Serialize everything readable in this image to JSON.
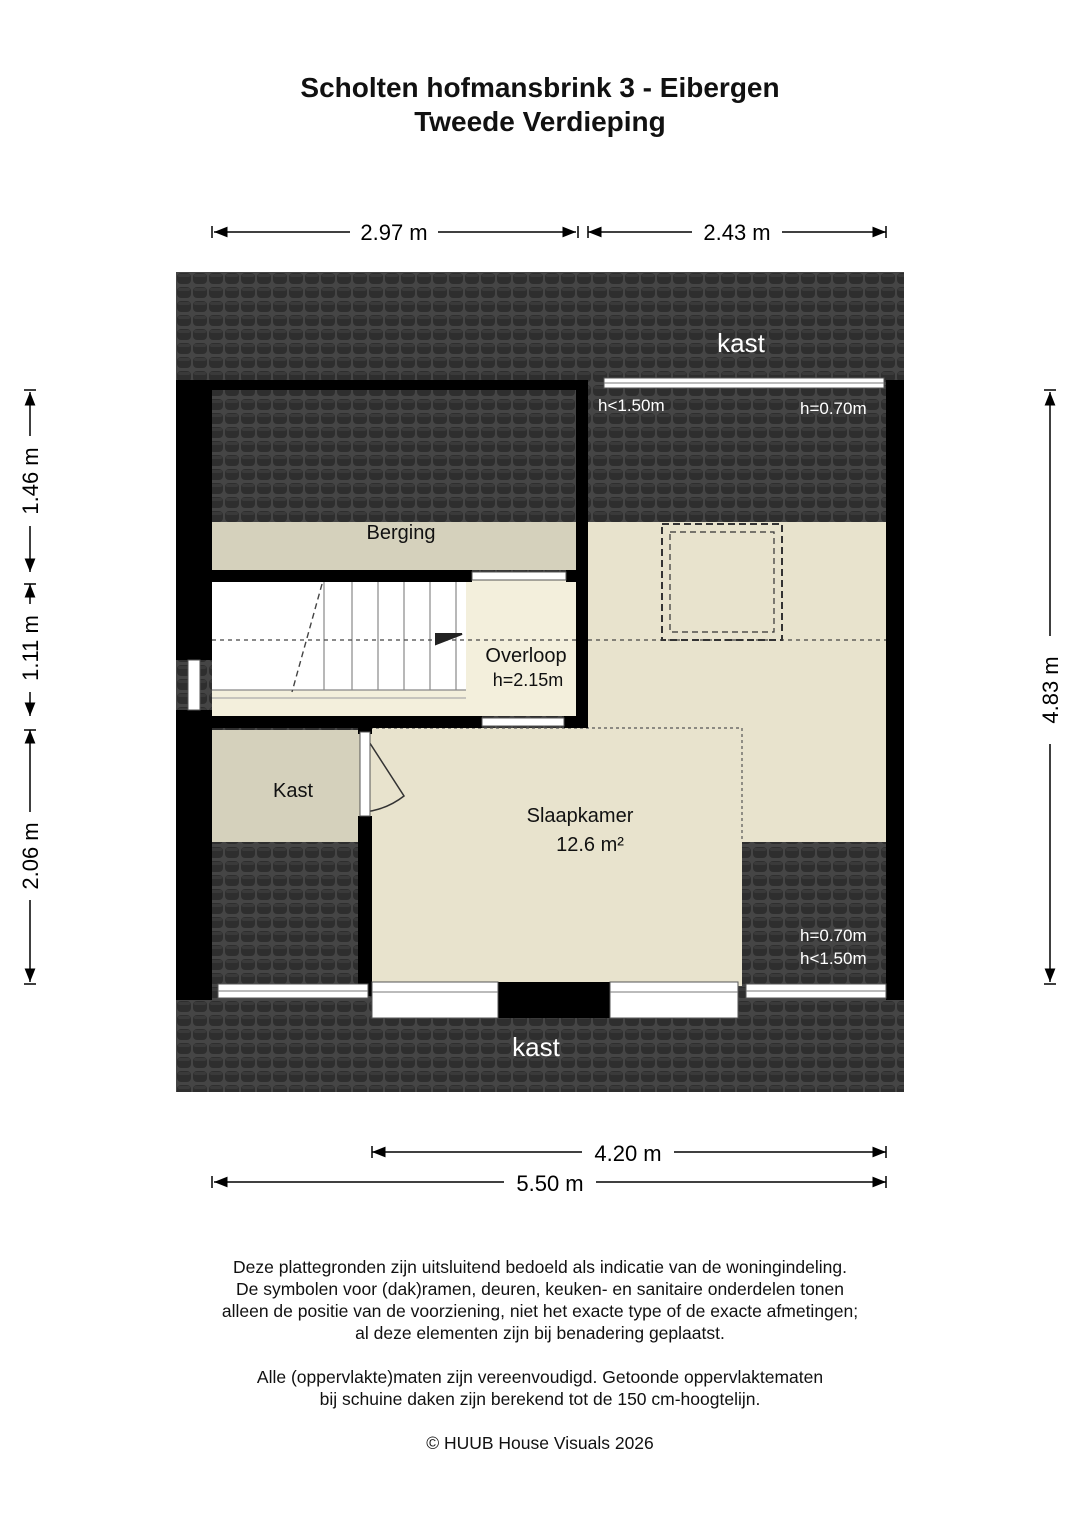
{
  "header": {
    "title": "Scholten hofmansbrink 3 - Eibergen",
    "subtitle": "Tweede Verdieping"
  },
  "dimensions": {
    "top_left": "2.97 m",
    "top_right": "2.43 m",
    "left_top": "1.46 m",
    "left_middle": "1.11 m",
    "left_bottom": "2.06 m",
    "right": "4.83 m",
    "bottom_inner": "4.20 m",
    "bottom_outer": "5.50 m"
  },
  "rooms": {
    "kast_top": "kast",
    "kast_bottom": "kast",
    "berging": "Berging",
    "overloop": "Overloop",
    "overloop_height": "h=2.15m",
    "kast": "Kast",
    "slaapkamer": "Slaapkamer",
    "slaapkamer_area": "12.6 m²"
  },
  "height_markers": {
    "top_left": "h<1.50m",
    "top_right": "h=0.70m",
    "bottom_1": "h=0.70m",
    "bottom_2": "h<1.50m"
  },
  "disclaimer": {
    "line1": "Deze plattegronden zijn uitsluitend bedoeld als indicatie van de woningindeling.",
    "line2": "De symbolen voor (dak)ramen, deuren, keuken- en sanitaire onderdelen tonen",
    "line3": "alleen de positie van de voorziening, niet het exacte type of de exacte afmetingen;",
    "line4": "al deze elementen zijn bij benadering geplaatst.",
    "line5": "Alle (oppervlakte)maten zijn vereenvoudigd. Getoonde oppervlaktematen",
    "line6": "bij schuine daken zijn berekend tot de 150 cm-hoogtelijn."
  },
  "copyright": "© HUUB House Visuals 2026",
  "colors": {
    "roof": "#3c3c3c",
    "wall": "#000000",
    "floor_light": "#e8e3cd",
    "floor_overloop": "#f3efdc",
    "storage": "#d5d1bc"
  }
}
